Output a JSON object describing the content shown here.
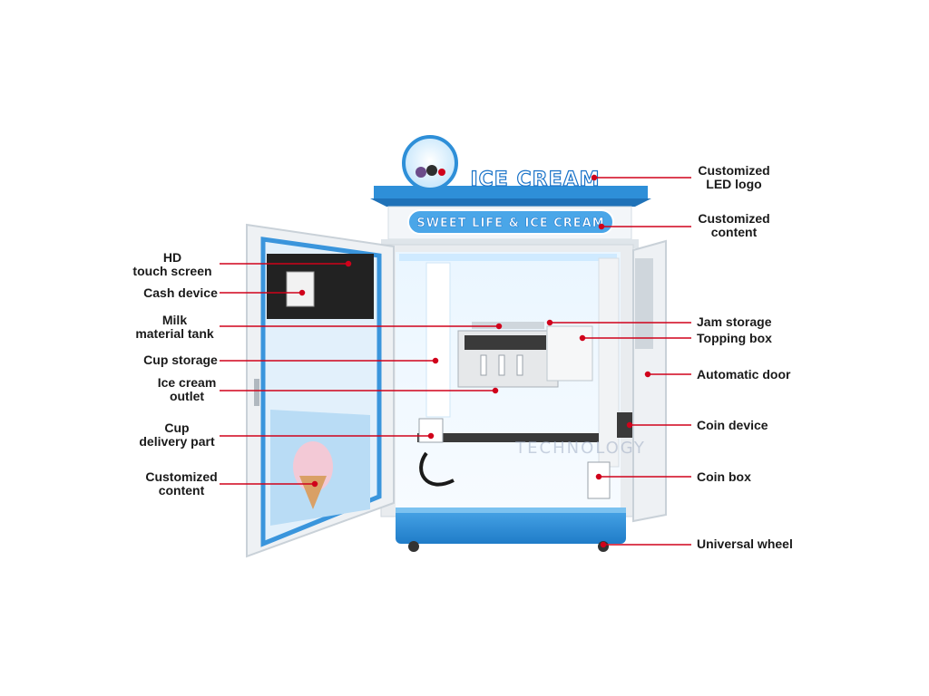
{
  "machine": {
    "logo_text": "ICE CREAM",
    "sign_text": "SWEET LIFE & ICE CREAM",
    "watermark": "TECHNOLOGY"
  },
  "labels": {
    "left": [
      {
        "id": "hd-touch-screen",
        "lines": [
          "HD",
          "touch screen"
        ]
      },
      {
        "id": "cash-device",
        "lines": [
          "Cash device"
        ]
      },
      {
        "id": "milk-material-tank",
        "lines": [
          "Milk",
          "material tank"
        ]
      },
      {
        "id": "cup-storage",
        "lines": [
          "Cup storage"
        ]
      },
      {
        "id": "ice-cream-outlet",
        "lines": [
          "Ice cream",
          "outlet"
        ]
      },
      {
        "id": "cup-delivery-part",
        "lines": [
          "Cup",
          "delivery part"
        ]
      },
      {
        "id": "customized-content-left",
        "lines": [
          "Customized",
          "content"
        ]
      }
    ],
    "right": [
      {
        "id": "customized-led-logo",
        "lines": [
          "Customized",
          "LED logo"
        ]
      },
      {
        "id": "customized-content-right",
        "lines": [
          "Customized",
          "content"
        ]
      },
      {
        "id": "jam-storage",
        "lines": [
          "Jam storage"
        ]
      },
      {
        "id": "topping-box",
        "lines": [
          "Topping box"
        ]
      },
      {
        "id": "automatic-door",
        "lines": [
          "Automatic door"
        ]
      },
      {
        "id": "coin-device",
        "lines": [
          "Coin device"
        ]
      },
      {
        "id": "coin-box",
        "lines": [
          "Coin box"
        ]
      },
      {
        "id": "universal-wheel",
        "lines": [
          "Universal wheel"
        ]
      }
    ]
  },
  "colors": {
    "leader_line": "#d0021b",
    "machine_blue": "#2e8fd8",
    "frame_gray": "#e9ecef",
    "label_text": "#1a1a1a"
  }
}
